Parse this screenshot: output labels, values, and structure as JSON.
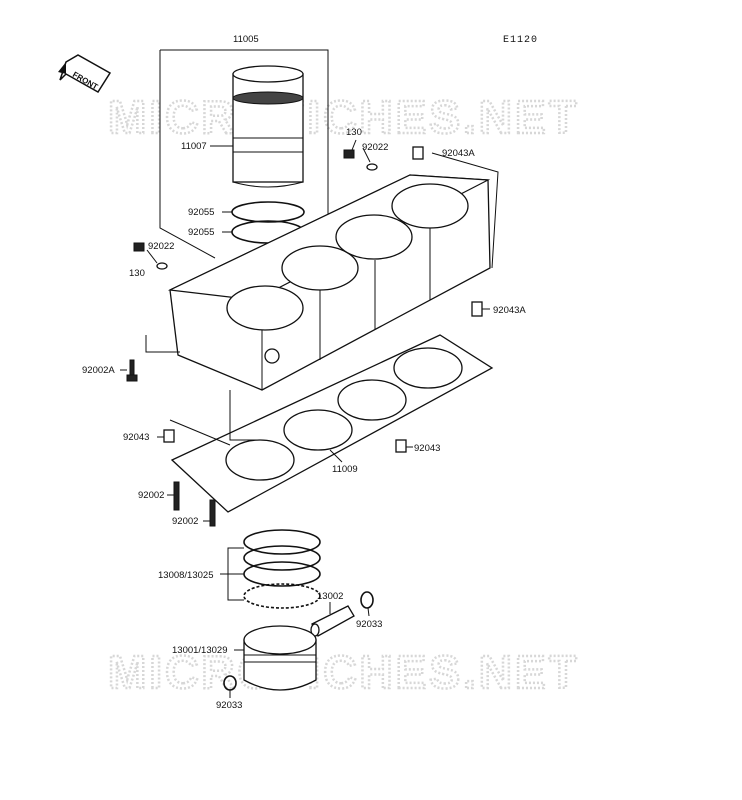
{
  "diagram_code": "E1120",
  "front_label": "FRONT",
  "watermarks": [
    "MICROFICHES.NET",
    "MICROFICHES.NET"
  ],
  "labels": {
    "l11005": "11005",
    "l11007": "11007",
    "l130a": "130",
    "l92022a": "92022",
    "l92043Aa": "92043A",
    "l92055a": "92055",
    "l92055b": "92055",
    "l92022b": "92022",
    "l130b": "130",
    "l92043Ab": "92043A",
    "l92002A": "92002A",
    "l92043a": "92043",
    "l92043b": "92043",
    "l11009": "11009",
    "l92002a": "92002",
    "l92002b": "92002",
    "l13008": "13008/13025",
    "l13002": "13002",
    "l92033a": "92033",
    "l13001": "13001/13029",
    "l92033b": "92033"
  }
}
